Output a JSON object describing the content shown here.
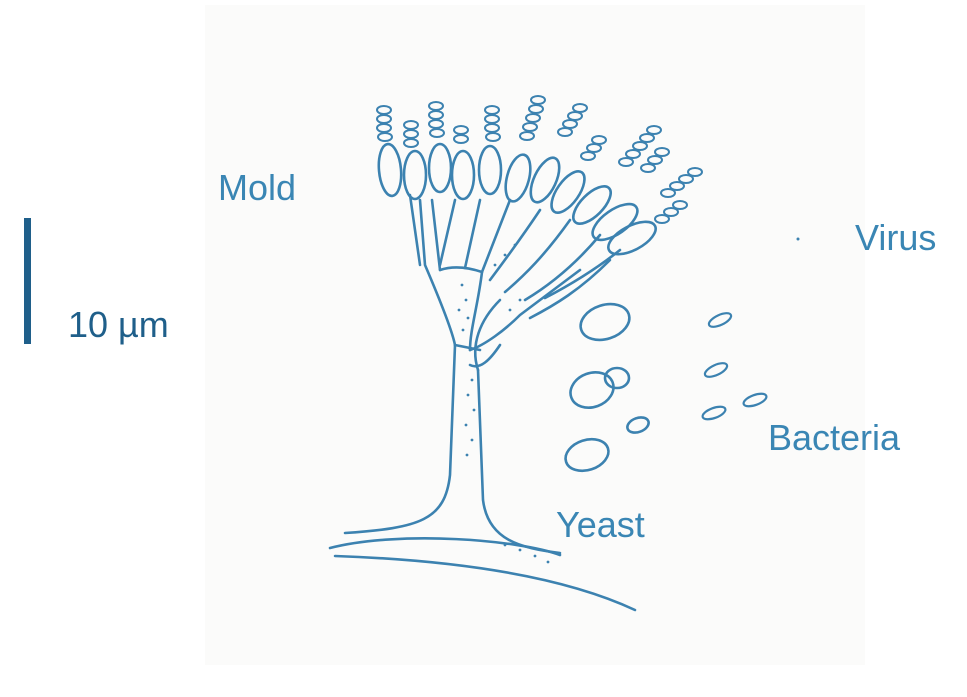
{
  "labels": {
    "mold": "Mold",
    "virus": "Virus",
    "bacteria": "Bacteria",
    "yeast": "Yeast",
    "scale": "10 µm"
  },
  "colors": {
    "line": "#3c82b0",
    "label": "#3a86b4",
    "scale_bar": "#1f5f8a",
    "paper": "#fbfbfa"
  }
}
